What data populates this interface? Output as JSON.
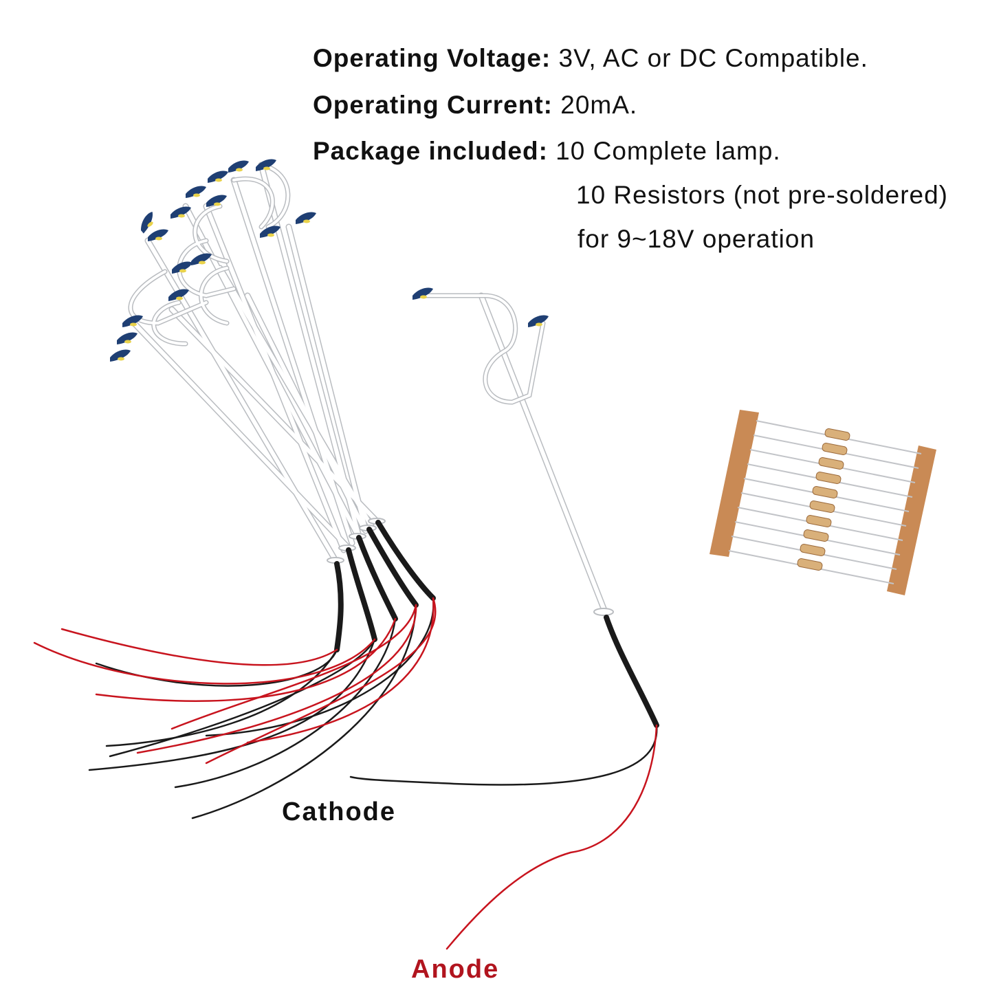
{
  "specs": {
    "voltage_key": "Operating Voltage:",
    "voltage_val": "3V, AC or DC Compatible.",
    "current_key": "Operating Current:",
    "current_val": "20mA.",
    "package_key": "Package included:",
    "package_val": "10 Complete lamp.",
    "resistors_line": "10 Resistors (not pre-soldered)",
    "operation_line": "for 9~18V operation"
  },
  "labels": {
    "cathode": "Cathode",
    "anode": "Anode"
  },
  "colors": {
    "lamp_head": "#1f3f73",
    "led": "#e9d24a",
    "pole": "#ffffff",
    "pole_outline": "#b9bcc0",
    "black_wire": "#1a1a1a",
    "red_wire": "#c8141e",
    "resistor_tape": "#c98a55",
    "resistor_body": "#d9b07a",
    "anode_text": "#b1141e"
  }
}
